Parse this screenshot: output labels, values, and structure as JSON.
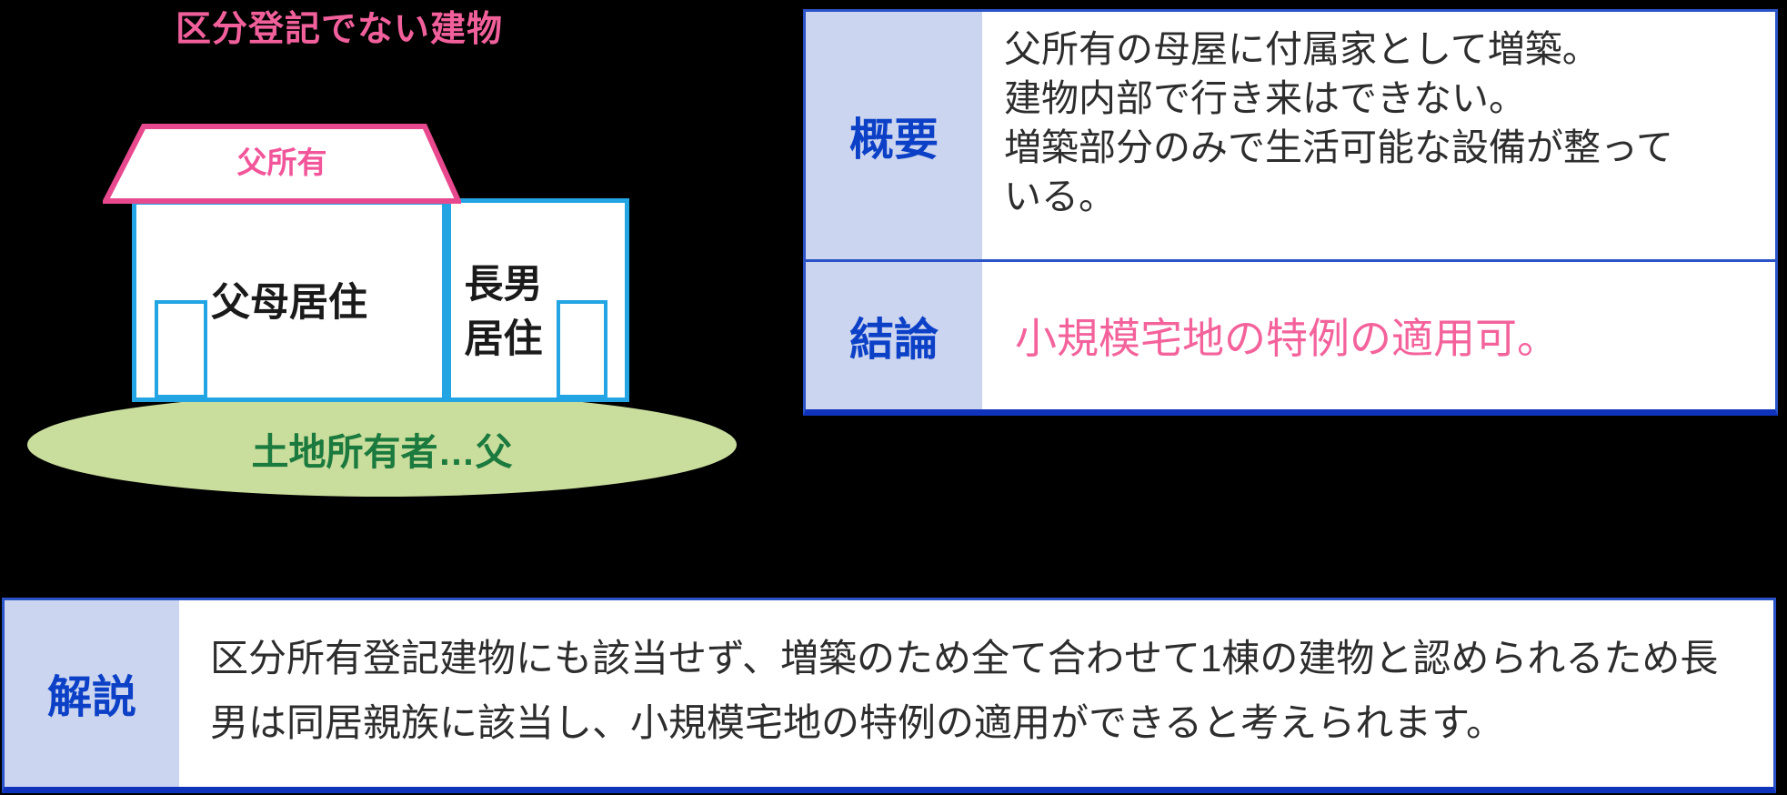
{
  "diagram": {
    "title": "区分登記でない建物",
    "roof_label": "父所有",
    "main_room_label": "父母居住",
    "annex_label_line1": "長男",
    "annex_label_line2": "居住",
    "land_label": "土地所有者…父",
    "colors": {
      "title_pink": "#f2609c",
      "roof_border_pink": "#e8498e",
      "house_border_blue": "#23a5e4",
      "ellipse_green": "#c9dd9c",
      "land_text_green": "#1b7a3e"
    }
  },
  "summary_table": {
    "rows": [
      {
        "header": "概要",
        "lines": [
          "父所有の母屋に付属家として増築。",
          "建物内部で行き来はできない。",
          "増築部分のみで生活可能な設備が整って",
          "いる。"
        ]
      },
      {
        "header": "結論",
        "conclusion": "小規模宅地の特例の適用可。"
      }
    ],
    "colors": {
      "header_bg": "#ccd5f0",
      "header_text": "#0c41c7",
      "border_blue": "#2a53c8",
      "bottom_border": "#1033bb",
      "conclusion_pink": "#f4629c",
      "body_text": "#2d2d2d"
    }
  },
  "explanation_table": {
    "header": "解説",
    "lines": [
      "区分所有登記建物にも該当せず、増築のため全て合わせて1棟の建物と認められるため長",
      "男は同居親族に該当し、小規模宅地の特例の適用ができると考えられます。"
    ]
  }
}
